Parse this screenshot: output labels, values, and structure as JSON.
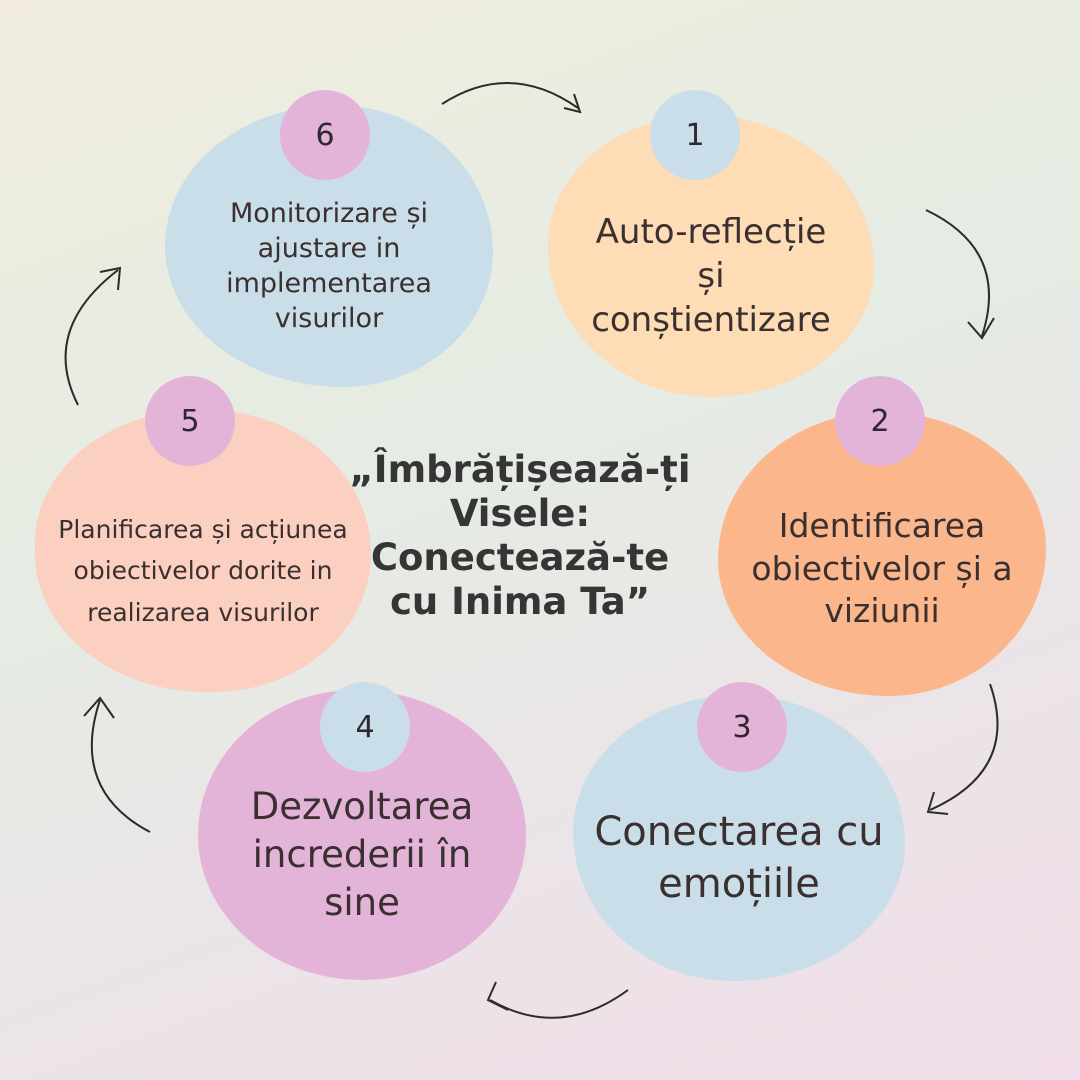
{
  "title": [
    "„Îmbrățișează-ți",
    "Visele:",
    "Conectează-te",
    "cu Inima Ta”"
  ],
  "steps": [
    {
      "number": "1",
      "text": "Auto-reflecție și conștientizare",
      "color": "#fddcb6",
      "badge_color": "#c9dee9"
    },
    {
      "number": "2",
      "text": "Identificarea obiectivelor și a viziunii",
      "color": "#fcb68c",
      "badge_color": "#e4b4d8"
    },
    {
      "number": "3",
      "text": "Conectarea cu emoțiile",
      "color": "#c9dee9",
      "badge_color": "#e4b4d8"
    },
    {
      "number": "4",
      "text": "Dezvoltarea increderii în sine",
      "color": "#e4b4d8",
      "badge_color": "#c9dee9"
    },
    {
      "number": "5",
      "text": "Planificarea și acțiunea obiectivelor dorite in realizarea visurilor",
      "color": "#fcd0c0",
      "badge_color": "#e4b4d8"
    },
    {
      "number": "6",
      "text": "Monitorizare și ajustare in implementarea visurilor",
      "color": "#c9dee9",
      "badge_color": "#e4b4d8"
    }
  ]
}
